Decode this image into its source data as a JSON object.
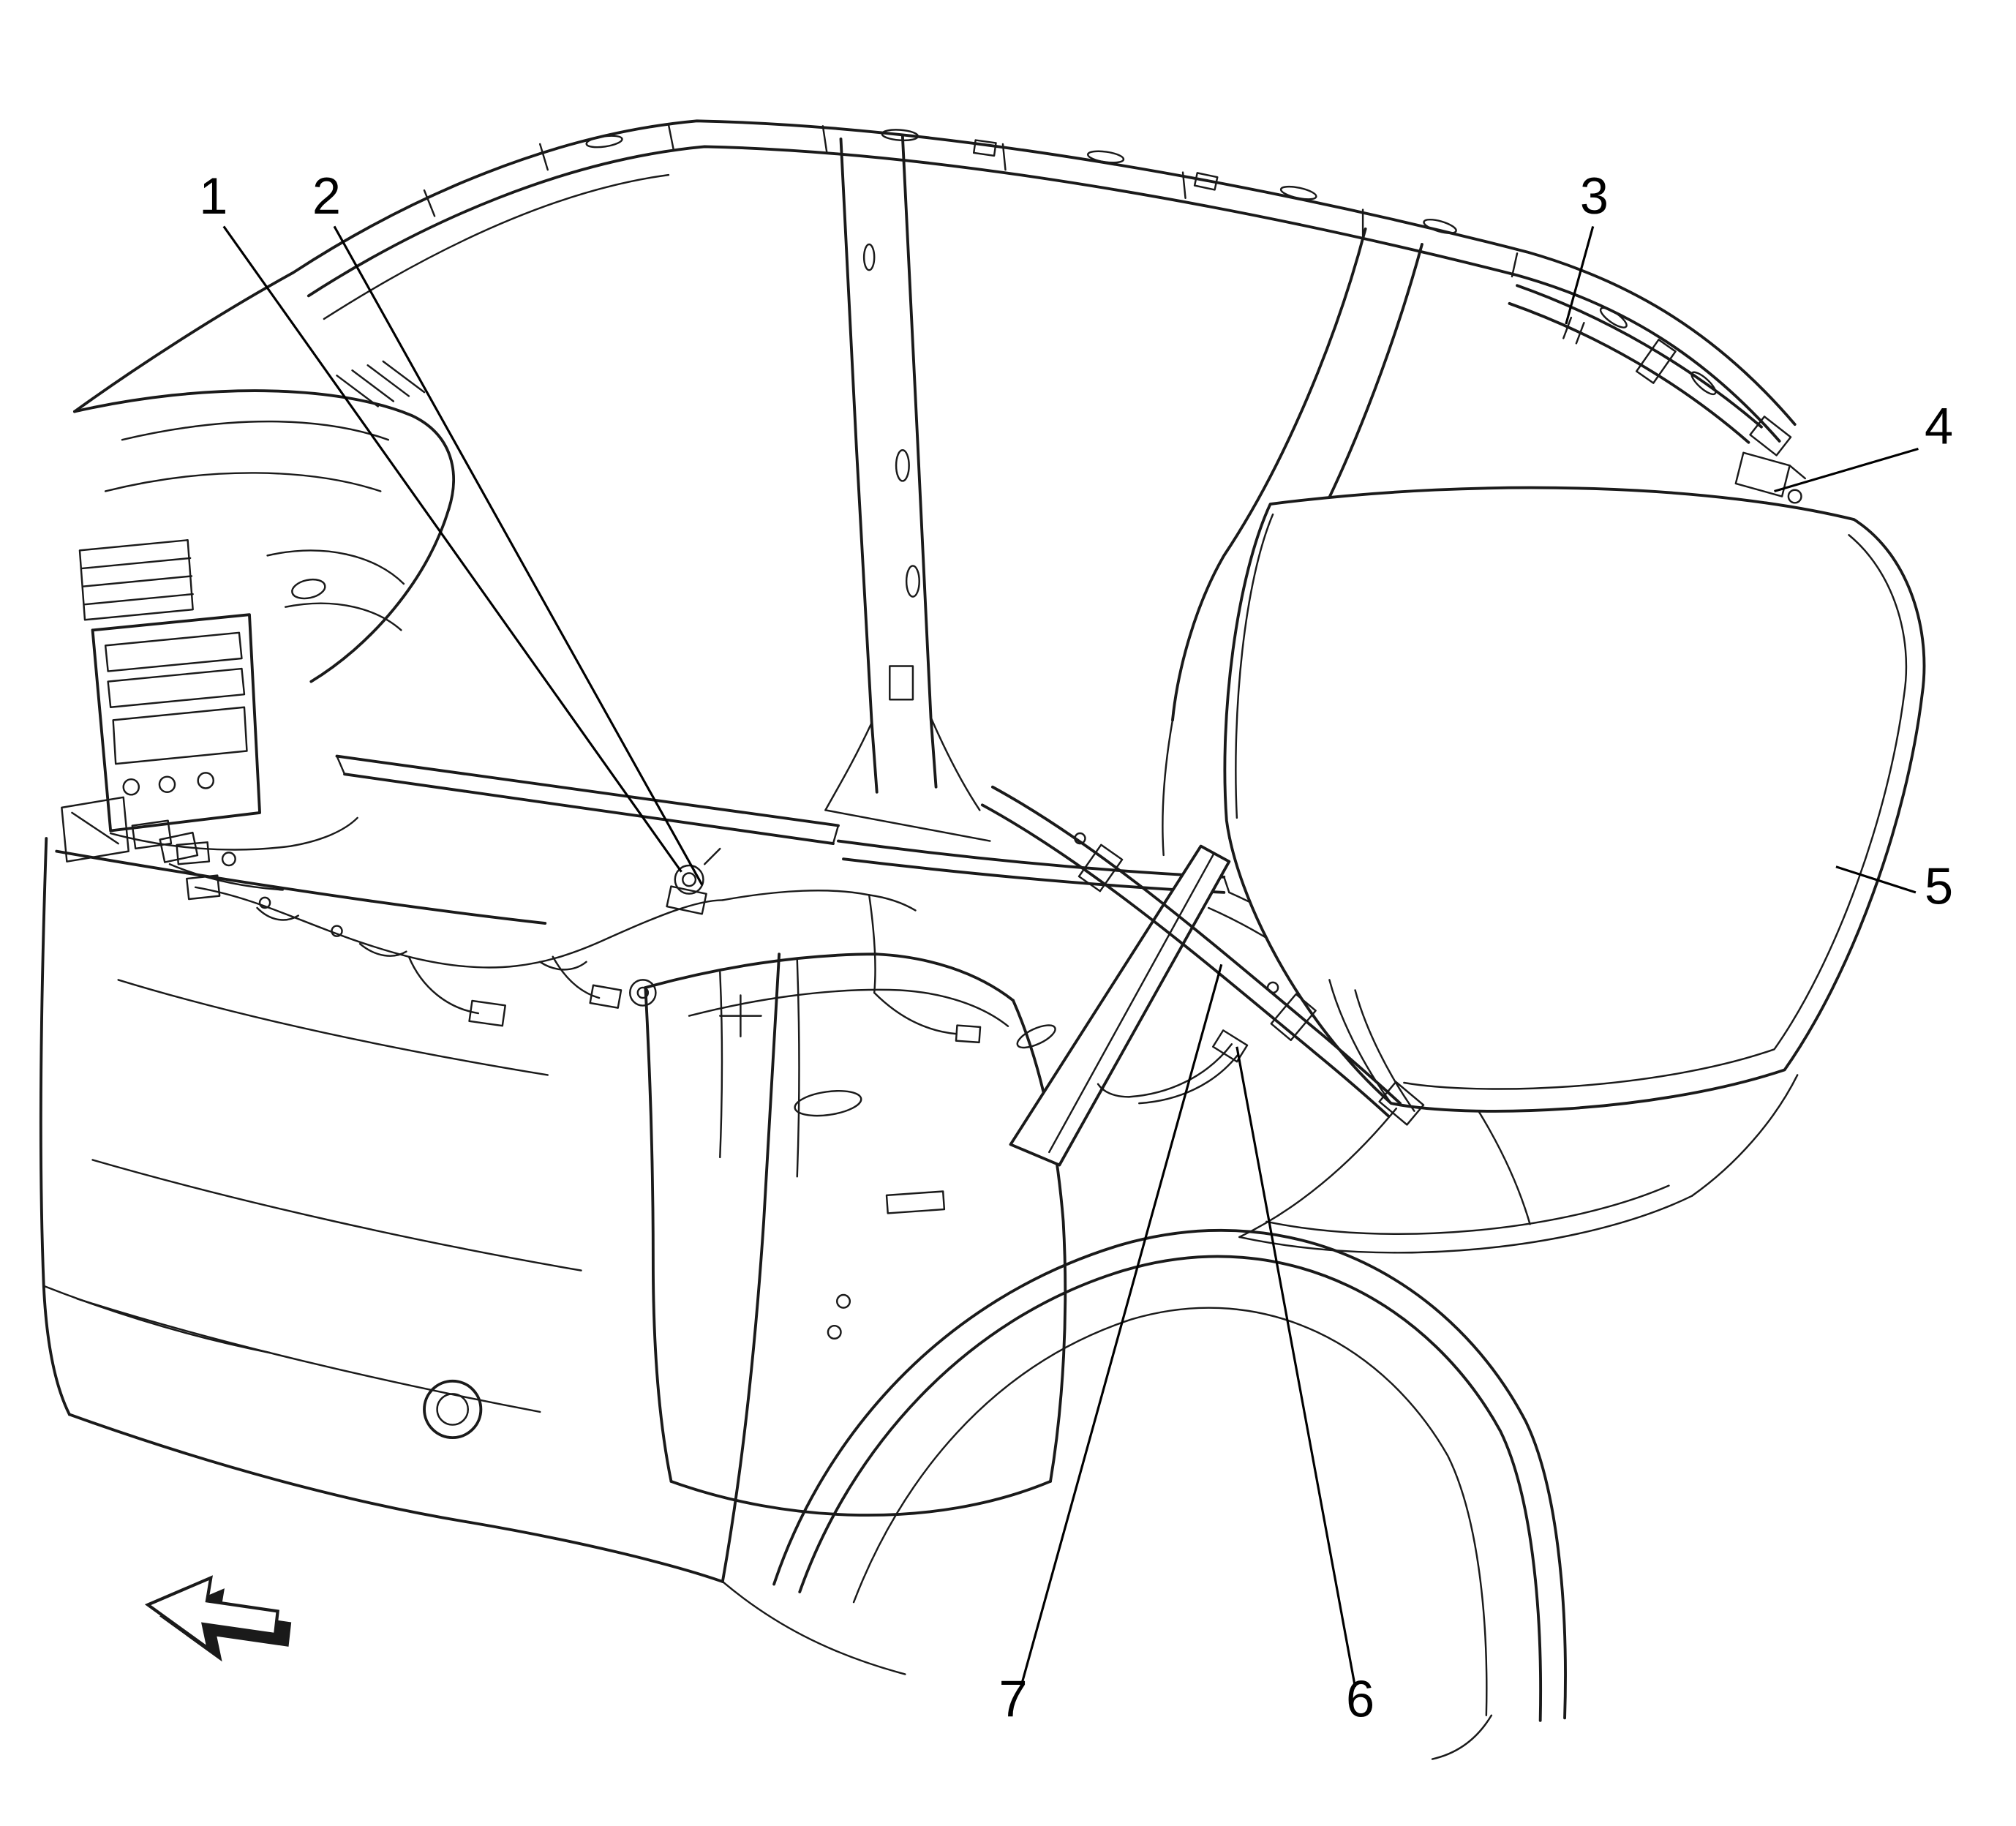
{
  "figure": {
    "background_color": "#ffffff",
    "line_color": "#1a1a1a",
    "kind": "vehicle-body-cutaway-line-illustration"
  },
  "callouts": [
    {
      "label": "1"
    },
    {
      "label": "2"
    },
    {
      "label": "3"
    },
    {
      "label": "4"
    },
    {
      "label": "5"
    },
    {
      "label": "6"
    },
    {
      "label": "7"
    }
  ]
}
